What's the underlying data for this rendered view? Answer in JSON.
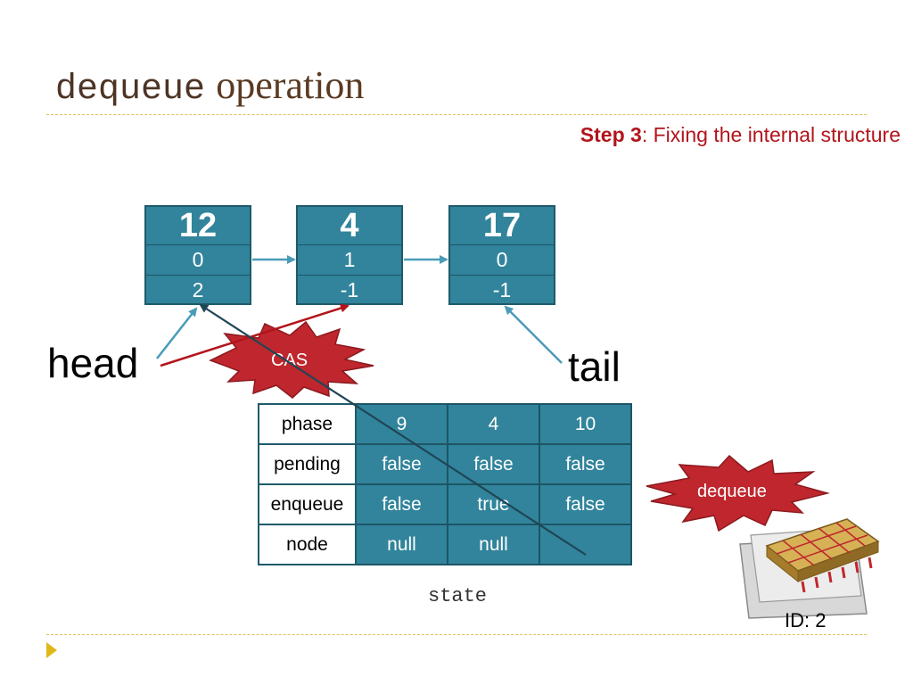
{
  "title": {
    "code": "dequeue",
    "rest": "operation"
  },
  "step": {
    "label": "Step 3",
    "text": ": Fixing the internal structure"
  },
  "nodes": [
    {
      "value": "12",
      "field1": "0",
      "field2": "2"
    },
    {
      "value": "4",
      "field1": "1",
      "field2": "-1"
    },
    {
      "value": "17",
      "field1": "0",
      "field2": "-1"
    }
  ],
  "labels": {
    "head": "head",
    "tail": "tail",
    "cas": "CAS",
    "dequeue": "dequeue",
    "state": "state",
    "id": "ID: 2"
  },
  "state_table": {
    "rows": [
      {
        "name": "phase",
        "values": [
          "9",
          "4",
          "10"
        ]
      },
      {
        "name": "pending",
        "values": [
          "false",
          "false",
          "false"
        ]
      },
      {
        "name": "enqueue",
        "values": [
          "false",
          "true",
          "false"
        ]
      },
      {
        "name": "node",
        "values": [
          "null",
          "null",
          ""
        ]
      }
    ]
  },
  "colors": {
    "node_fill": "#31849b",
    "node_border": "#1f5a6b",
    "accent_red": "#b3141b",
    "burst_red": "#c0262d",
    "title_brown": "#5a3a22",
    "rule_gold": "#e2c25a",
    "arrow_blue": "#4a9bb8"
  },
  "icons": [
    "cas-burst-icon",
    "dequeue-burst-icon",
    "processor-chip-icon",
    "bullet-triangle-icon"
  ]
}
